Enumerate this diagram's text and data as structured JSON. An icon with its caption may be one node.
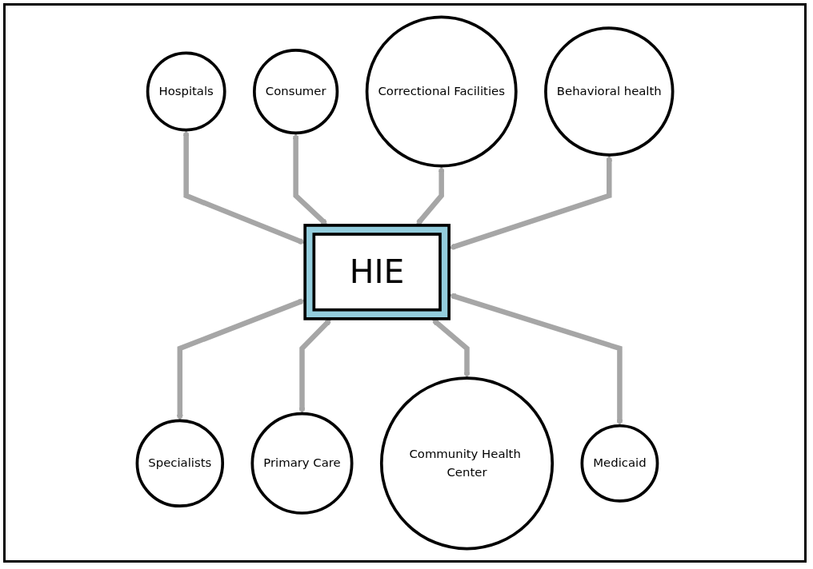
{
  "diagram": {
    "nodes": [
      {
        "text": [
          "Hospitals"
        ]
      },
      {
        "text": [
          "Consumer"
        ]
      },
      {
        "text": [
          "Correctional Facilities"
        ]
      },
      {
        "text": [
          "Behavioral health"
        ]
      },
      {
        "text": [
          "HIE"
        ]
      },
      {
        "text": [
          "Specialists"
        ]
      },
      {
        "text": [
          "Primary Care"
        ]
      },
      {
        "text": [
          "Community Health Center"
        ]
      },
      {
        "text": [
          "Medicaid"
        ]
      }
    ],
    "edges": [
      {
        "from": 0,
        "to": 4,
        "arrow": "both"
      },
      {
        "from": 1,
        "to": 4,
        "arrow": "both"
      },
      {
        "from": 2,
        "to": 4,
        "arrow": "both"
      },
      {
        "from": 3,
        "to": 4,
        "arrow": "both"
      },
      {
        "from": 4,
        "to": 5,
        "arrow": "both"
      },
      {
        "from": 4,
        "to": 6,
        "arrow": "both"
      },
      {
        "from": 4,
        "to": 7,
        "arrow": "both"
      },
      {
        "from": 4,
        "to": 8,
        "arrow": "both"
      }
    ]
  }
}
